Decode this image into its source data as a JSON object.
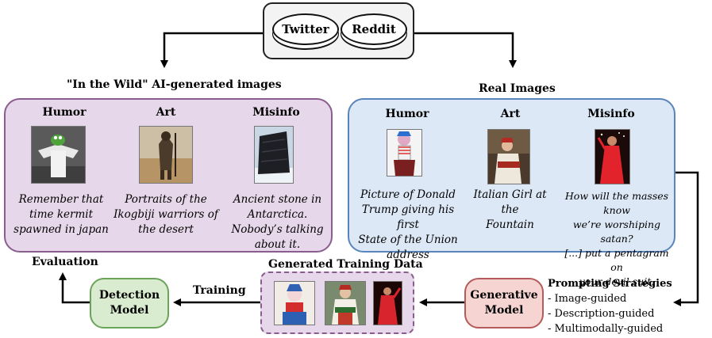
{
  "sources": {
    "twitter": "Twitter",
    "reddit": "Reddit"
  },
  "wild": {
    "title": "\"In the Wild\" AI-generated images",
    "columns": [
      {
        "header": "Humor",
        "caption_lines": [
          "Remember that",
          "time kermit",
          "spawned in japan"
        ]
      },
      {
        "header": "Art",
        "caption_lines": [
          "Portraits of the",
          "Ikogbiji warriors of",
          "the desert"
        ]
      },
      {
        "header": "Misinfo",
        "caption_lines": [
          "Ancient stone in",
          "Antarctica.",
          "Nobody’s talking",
          "about it."
        ]
      }
    ]
  },
  "real": {
    "title": "Real Images",
    "columns": [
      {
        "header": "Humor",
        "caption_lines": [
          "Picture of Donald",
          "Trump giving his first",
          "State of the Union",
          "address"
        ]
      },
      {
        "header": "Art",
        "caption_lines": [
          "Italian Girl at the",
          "Fountain"
        ]
      },
      {
        "header": "Misinfo",
        "caption_lines": [
          "How will the masses know",
          "we’re worshiping satan?",
          "[...] put a pentagram on",
          "your devil suit."
        ]
      }
    ]
  },
  "evaluation": "Evaluation",
  "detection_model": {
    "line1": "Detection",
    "line2": "Model"
  },
  "training": "Training",
  "generated": {
    "title": "Generated Training Data"
  },
  "generative_model": {
    "line1": "Generative",
    "line2": "Model"
  },
  "strategies": {
    "title": "Prompting Strategies",
    "items": [
      "- Image-guided",
      "- Description-guided",
      "- Multimodally-guided"
    ]
  },
  "colors": {
    "wild_panel": "#e7d7ea",
    "wild_border": "#8b5c8e",
    "real_panel": "#dce8f6",
    "real_border": "#5a84bc",
    "detection_fill": "#d9ecd0",
    "detection_border": "#6aa35a",
    "generative_fill": "#f6d4d2",
    "generative_border": "#b55a5a"
  }
}
